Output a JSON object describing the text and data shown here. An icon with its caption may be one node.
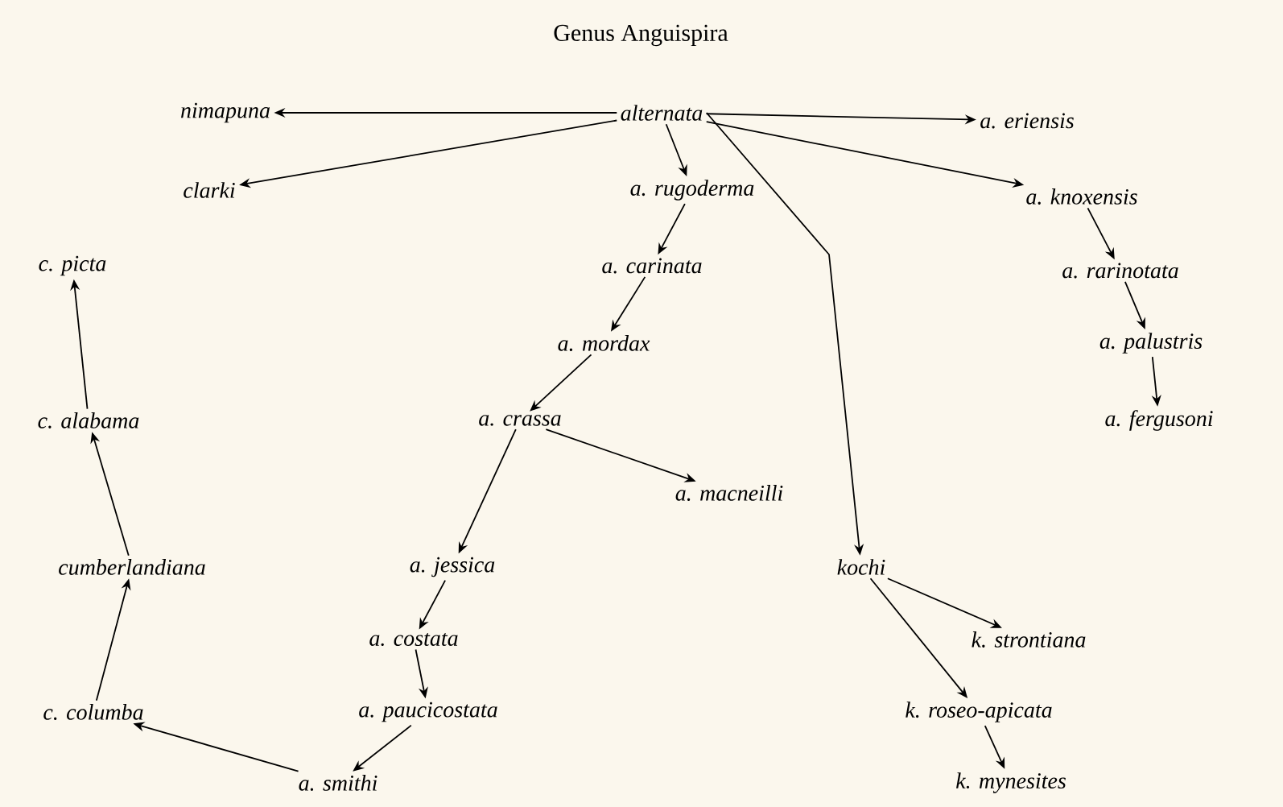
{
  "diagram": {
    "title": "Genus Anguispira",
    "nodes": [
      {
        "text": [
          "alternata"
        ]
      },
      {
        "text": [
          "nimapuna"
        ]
      },
      {
        "text": [
          "clarki"
        ]
      },
      {
        "text": [
          "a. eriensis"
        ]
      },
      {
        "text": [
          "a. rugoderma"
        ]
      },
      {
        "text": [
          "a. knoxensis"
        ]
      },
      {
        "text": [
          "c. picta"
        ]
      },
      {
        "text": [
          "a. carinata"
        ]
      },
      {
        "text": [
          "a. rarinotata"
        ]
      },
      {
        "text": [
          "a. mordax"
        ]
      },
      {
        "text": [
          "a. palustris"
        ]
      },
      {
        "text": [
          "c. alabama"
        ]
      },
      {
        "text": [
          "a. crassa"
        ]
      },
      {
        "text": [
          "a. fergusoni"
        ]
      },
      {
        "text": [
          "a. macneilli"
        ]
      },
      {
        "text": [
          "cumberlandiana"
        ]
      },
      {
        "text": [
          "a. jessica"
        ]
      },
      {
        "text": [
          "kochi"
        ]
      },
      {
        "text": [
          "a. costata"
        ]
      },
      {
        "text": [
          "k. strontiana"
        ]
      },
      {
        "text": [
          "c. columba"
        ]
      },
      {
        "text": [
          "a. paucicostata"
        ]
      },
      {
        "text": [
          "k. roseo-apicata"
        ]
      },
      {
        "text": [
          "a. smithi"
        ]
      },
      {
        "text": [
          "k. mynesites"
        ]
      }
    ],
    "edges": [
      {
        "from": 0,
        "to": 1,
        "arrow": "to"
      },
      {
        "from": 0,
        "to": 2,
        "arrow": "to"
      },
      {
        "from": 0,
        "to": 3,
        "arrow": "to"
      },
      {
        "from": 0,
        "to": 4,
        "arrow": "to"
      },
      {
        "from": 0,
        "to": 5,
        "arrow": "to"
      },
      {
        "from": 0,
        "to": 17,
        "arrow": "to"
      },
      {
        "from": 4,
        "to": 7,
        "arrow": "to"
      },
      {
        "from": 7,
        "to": 9,
        "arrow": "to"
      },
      {
        "from": 9,
        "to": 12,
        "arrow": "to"
      },
      {
        "from": 12,
        "to": 14,
        "arrow": "to"
      },
      {
        "from": 12,
        "to": 16,
        "arrow": "to"
      },
      {
        "from": 16,
        "to": 18,
        "arrow": "to"
      },
      {
        "from": 18,
        "to": 21,
        "arrow": "to"
      },
      {
        "from": 21,
        "to": 23,
        "arrow": "to"
      },
      {
        "from": 23,
        "to": 20,
        "arrow": "to"
      },
      {
        "from": 20,
        "to": 15,
        "arrow": "to"
      },
      {
        "from": 15,
        "to": 11,
        "arrow": "to"
      },
      {
        "from": 11,
        "to": 6,
        "arrow": "to"
      },
      {
        "from": 5,
        "to": 8,
        "arrow": "to"
      },
      {
        "from": 8,
        "to": 10,
        "arrow": "to"
      },
      {
        "from": 10,
        "to": 13,
        "arrow": "to"
      },
      {
        "from": 17,
        "to": 19,
        "arrow": "to"
      },
      {
        "from": 17,
        "to": 22,
        "arrow": "to"
      },
      {
        "from": 22,
        "to": 24,
        "arrow": "to"
      }
    ]
  }
}
